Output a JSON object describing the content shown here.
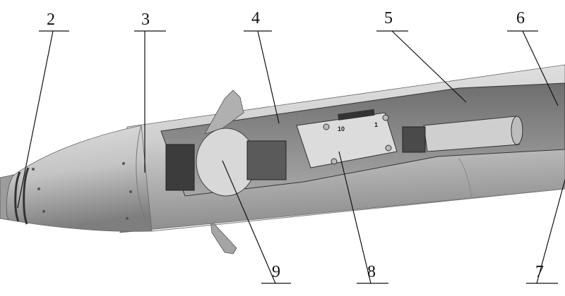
{
  "figure": {
    "callouts": [
      {
        "id": "2",
        "text": "2"
      },
      {
        "id": "3",
        "text": "3"
      },
      {
        "id": "4",
        "text": "4"
      },
      {
        "id": "5",
        "text": "5"
      },
      {
        "id": "6",
        "text": "6"
      },
      {
        "id": "7",
        "text": "7"
      },
      {
        "id": "8",
        "text": "8"
      },
      {
        "id": "9",
        "text": "9"
      }
    ],
    "plate_markings": {
      "left": "10",
      "right": "1"
    },
    "colors": {
      "body": "#c8c8c8",
      "shadow": "#8a8a8a",
      "line": "#111111"
    }
  }
}
